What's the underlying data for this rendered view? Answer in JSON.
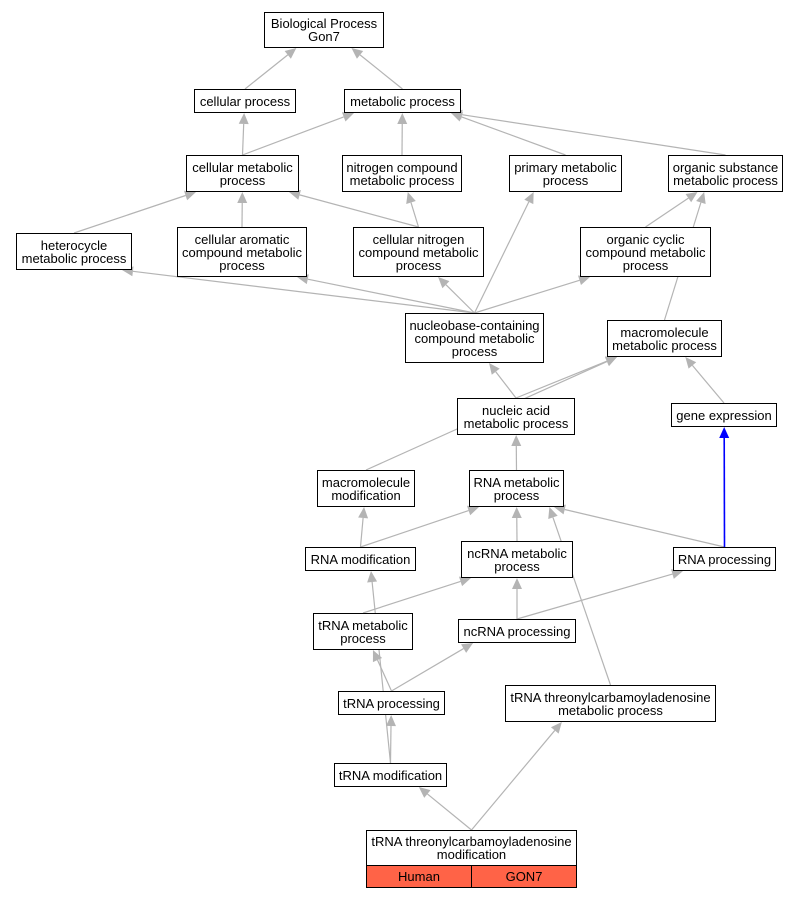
{
  "colors": {
    "edge": "#b4b4b4",
    "highlight_edge": "#0000ff",
    "annotation_fill": "#ff6347",
    "node_border": "#000000"
  },
  "nodes": {
    "root": "Biological Process\nGon7",
    "cellular_process": "cellular process",
    "metabolic_process": "metabolic process",
    "cellular_metabolic": "cellular metabolic\nprocess",
    "nitrogen_compound": "nitrogen compound\nmetabolic process",
    "primary_metabolic": "primary metabolic\nprocess",
    "organic_substance": "organic substance\nmetabolic process",
    "heterocycle": "heterocycle\nmetabolic process",
    "cellular_aromatic": "cellular aromatic\ncompound metabolic\nprocess",
    "cellular_nitrogen": "cellular nitrogen\ncompound metabolic\nprocess",
    "organic_cyclic": "organic cyclic\ncompound metabolic\nprocess",
    "nucleobase": "nucleobase-containing\ncompound metabolic\nprocess",
    "macromolecule_metabolic": "macromolecule\nmetabolic process",
    "nucleic_acid": "nucleic acid\nmetabolic process",
    "gene_expression": "gene expression",
    "macromolecule_modification": "macromolecule\nmodification",
    "rna_metabolic": "RNA metabolic\nprocess",
    "rna_modification": "RNA modification",
    "ncrna_metabolic": "ncRNA metabolic\nprocess",
    "rna_processing": "RNA processing",
    "trna_metabolic": "tRNA metabolic\nprocess",
    "ncrna_processing": "ncRNA processing",
    "trna_processing": "tRNA processing",
    "trna_threonyl_metabolic": "tRNA threonylcarbamoyladenosine\nmetabolic process",
    "trna_modification": "tRNA modification",
    "trna_threonyl_modification": "tRNA threonylcarbamoyladenosine\nmodification"
  },
  "annotations": {
    "species": "Human",
    "gene": "GON7"
  },
  "edges": [
    [
      "cellular_process",
      "root"
    ],
    [
      "metabolic_process",
      "root"
    ],
    [
      "cellular_metabolic",
      "cellular_process"
    ],
    [
      "cellular_metabolic",
      "metabolic_process"
    ],
    [
      "nitrogen_compound",
      "metabolic_process"
    ],
    [
      "primary_metabolic",
      "metabolic_process"
    ],
    [
      "organic_substance",
      "metabolic_process"
    ],
    [
      "heterocycle",
      "cellular_metabolic"
    ],
    [
      "cellular_aromatic",
      "cellular_metabolic"
    ],
    [
      "cellular_nitrogen",
      "cellular_metabolic"
    ],
    [
      "cellular_nitrogen",
      "nitrogen_compound"
    ],
    [
      "organic_cyclic",
      "organic_substance"
    ],
    [
      "nucleobase",
      "heterocycle"
    ],
    [
      "nucleobase",
      "cellular_aromatic"
    ],
    [
      "nucleobase",
      "cellular_nitrogen"
    ],
    [
      "nucleobase",
      "primary_metabolic"
    ],
    [
      "nucleobase",
      "organic_cyclic"
    ],
    [
      "macromolecule_metabolic",
      "organic_substance"
    ],
    [
      "nucleic_acid",
      "nucleobase"
    ],
    [
      "nucleic_acid",
      "macromolecule_metabolic"
    ],
    [
      "gene_expression",
      "macromolecule_metabolic"
    ],
    [
      "macromolecule_modification",
      "macromolecule_metabolic"
    ],
    [
      "rna_metabolic",
      "nucleic_acid"
    ],
    [
      "rna_modification",
      "macromolecule_modification"
    ],
    [
      "rna_modification",
      "rna_metabolic"
    ],
    [
      "ncrna_metabolic",
      "rna_metabolic"
    ],
    [
      "rna_processing",
      "rna_metabolic"
    ],
    [
      "rna_processing",
      "gene_expression",
      "highlight"
    ],
    [
      "trna_metabolic",
      "ncrna_metabolic"
    ],
    [
      "ncrna_processing",
      "ncrna_metabolic"
    ],
    [
      "ncrna_processing",
      "rna_processing"
    ],
    [
      "trna_processing",
      "trna_metabolic"
    ],
    [
      "trna_processing",
      "ncrna_processing"
    ],
    [
      "trna_threonyl_metabolic",
      "rna_metabolic"
    ],
    [
      "trna_modification",
      "trna_processing"
    ],
    [
      "trna_modification",
      "rna_modification"
    ],
    [
      "trna_threonyl_modification",
      "trna_modification"
    ],
    [
      "trna_threonyl_modification",
      "trna_threonyl_metabolic"
    ]
  ]
}
